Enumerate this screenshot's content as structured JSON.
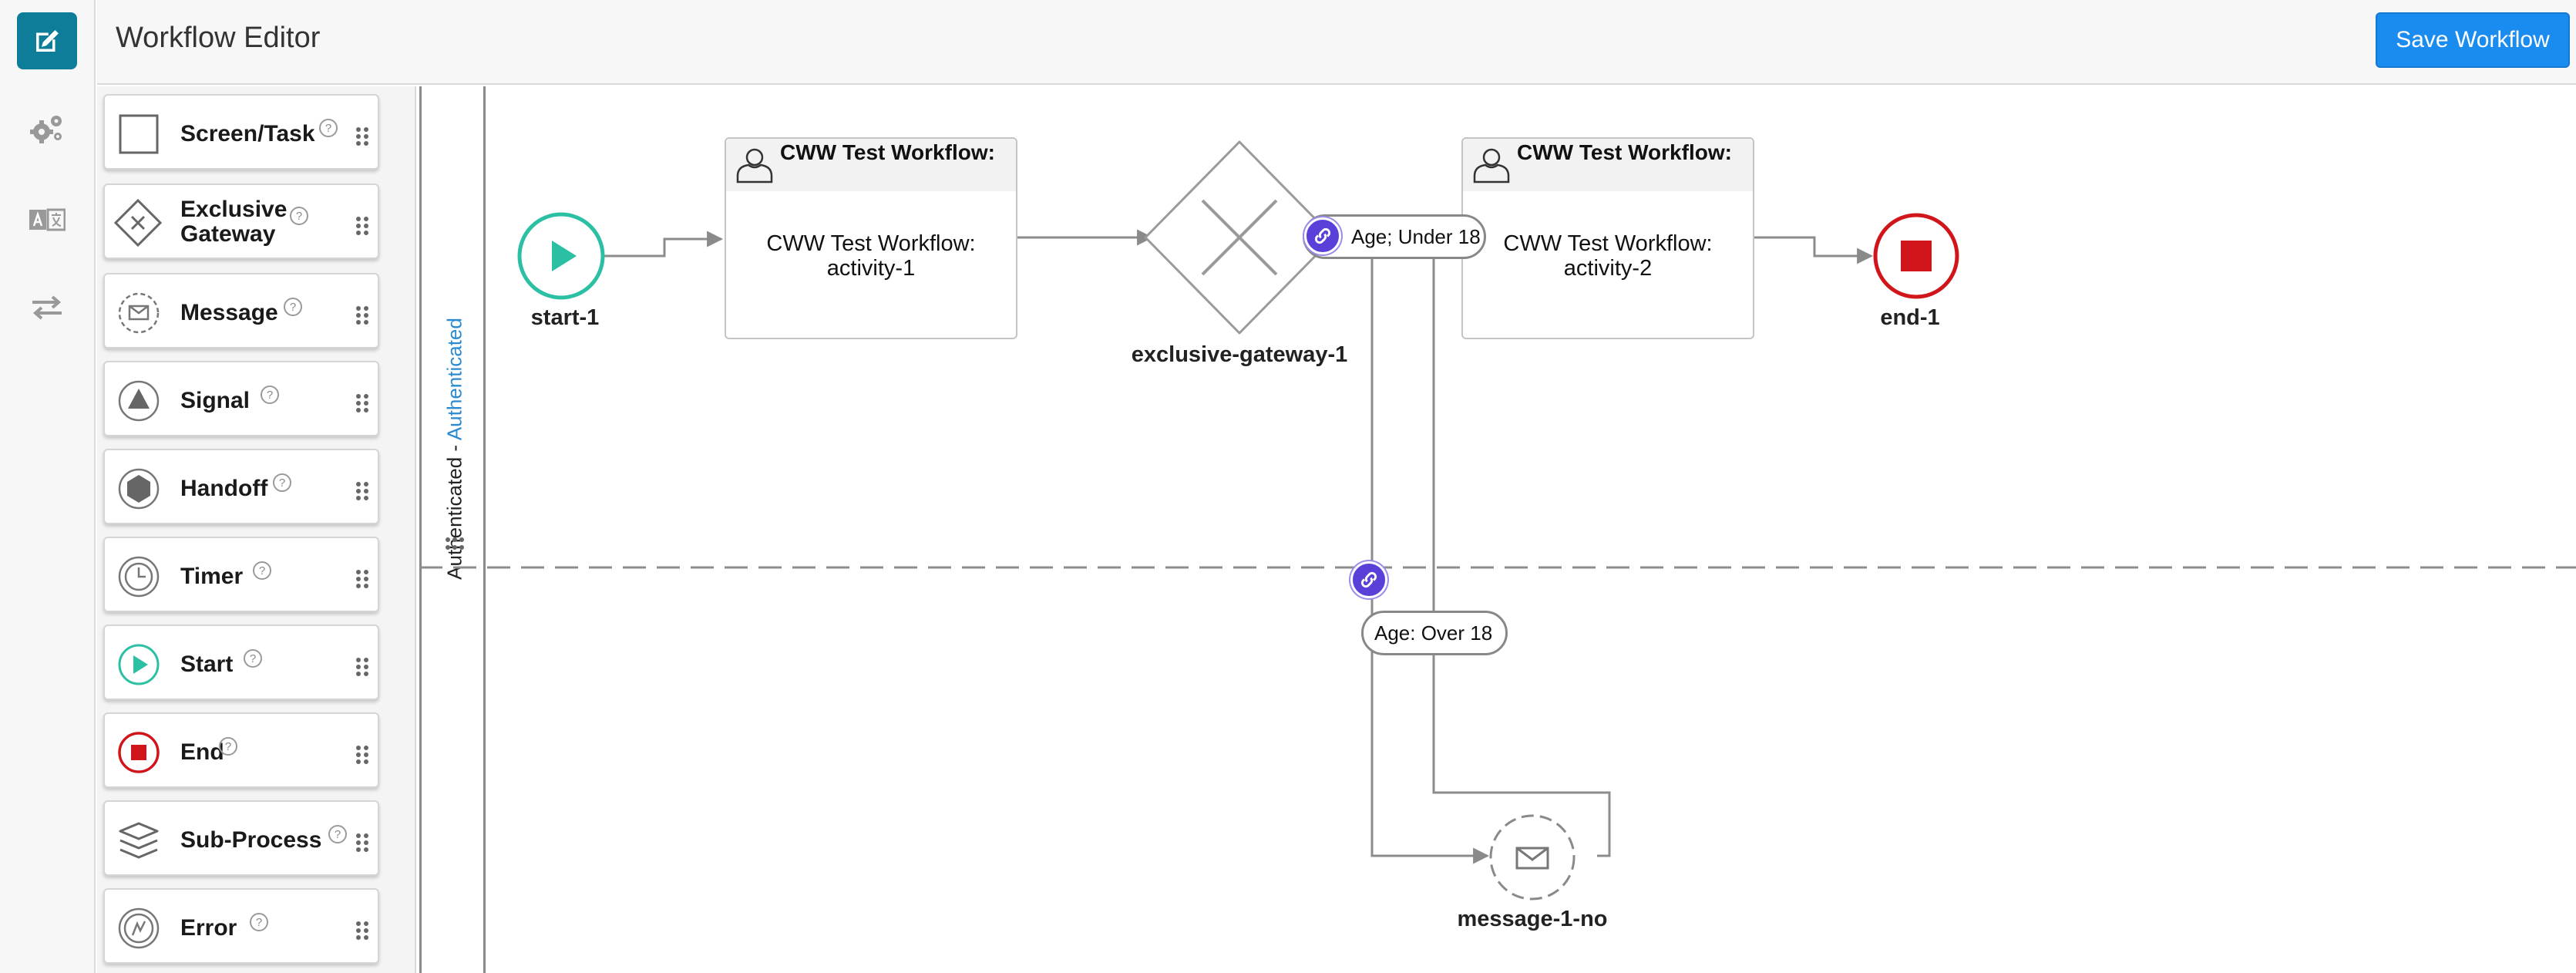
{
  "header": {
    "title": "Workflow Editor",
    "save_label": "Save Workflow"
  },
  "rail": {
    "items": [
      {
        "name": "editor-icon",
        "active": true
      },
      {
        "name": "gears-icon",
        "active": false
      },
      {
        "name": "translate-icon",
        "active": false
      },
      {
        "name": "transfer-arrows-icon",
        "active": false
      }
    ]
  },
  "palette": {
    "help_glyph": "?",
    "items": [
      {
        "label": "Screen/Task",
        "icon": "screen-task-icon"
      },
      {
        "label": "Exclusive Gateway",
        "icon": "exclusive-gateway-icon"
      },
      {
        "label": "Message",
        "icon": "message-icon"
      },
      {
        "label": "Signal",
        "icon": "signal-icon"
      },
      {
        "label": "Handoff",
        "icon": "handoff-icon"
      },
      {
        "label": "Timer",
        "icon": "timer-icon"
      },
      {
        "label": "Start",
        "icon": "start-icon"
      },
      {
        "label": "End",
        "icon": "end-icon"
      },
      {
        "label": "Sub-Process",
        "icon": "sub-process-icon"
      },
      {
        "label": "Error",
        "icon": "error-icon"
      }
    ]
  },
  "lane": {
    "name": "Authenticated",
    "separator": " - ",
    "role": "Authenticated"
  },
  "nodes": {
    "start": {
      "label": "start-1"
    },
    "task1": {
      "title": "CWW Test Workflow:",
      "body": "CWW Test Workflow: activity-1"
    },
    "gateway": {
      "label": "exclusive-gateway-1"
    },
    "task2": {
      "title": "CWW Test Workflow:",
      "body": "CWW Test Workflow: activity-2"
    },
    "end": {
      "label": "end-1"
    },
    "message": {
      "label": "message-1-no"
    }
  },
  "edges": {
    "under18": "Age; Under 18",
    "over18": "Age: Over 18"
  },
  "colors": {
    "accent": "#0e7d9a",
    "save_button": "#1a8cf0",
    "start": "#2bbfa4",
    "end": "#d0151b",
    "link_badge": "#5a3fd8",
    "lane_role": "#2a8ad0"
  }
}
